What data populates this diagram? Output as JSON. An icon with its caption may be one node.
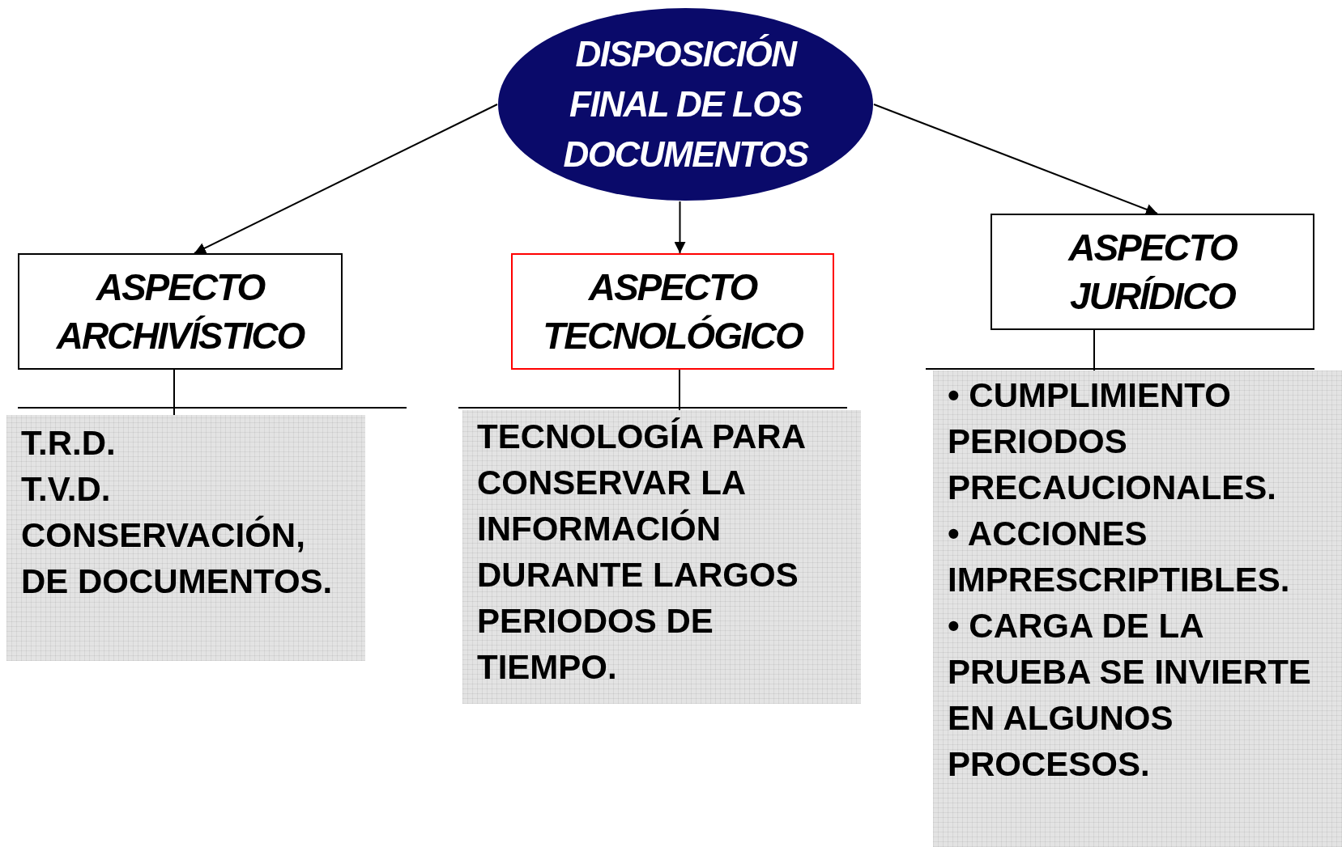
{
  "diagram": {
    "nodes": [
      {
        "text": [
          "DISPOSICIÓN FINAL DE LOS DOCUMENTOS"
        ]
      },
      {
        "text": [
          "ASPECTO ARCHIVÍSTICO"
        ]
      },
      {
        "text": [
          "ASPECTO TECNOLÓGICO"
        ]
      },
      {
        "text": [
          "ASPECTO JURÍDICO"
        ]
      },
      {
        "text": [
          "T.R.D.",
          "T.V.D.",
          "CONSERVACIÓN, DE DOCUMENTOS."
        ]
      },
      {
        "text": [
          "TECNOLOGÍA PARA CONSERVAR LA INFORMACIÓN DURANTE LARGOS PERIODOS DE TIEMPO."
        ]
      },
      {
        "text": [
          "• CUMPLIMIENTO PERIODOS PRECAUCIONALES.",
          "• ACCIONES IMPRESCRIPTIBLES.",
          "• CARGA DE LA PRUEBA SE INVIERTE EN ALGUNOS PROCESOS."
        ]
      }
    ],
    "edges": [
      {
        "from": 0,
        "to": 1,
        "arrow": "to"
      },
      {
        "from": 0,
        "to": 2,
        "arrow": "to"
      },
      {
        "from": 0,
        "to": 3,
        "arrow": "to"
      },
      {
        "from": 1,
        "to": 4,
        "arrow": "none"
      },
      {
        "from": 2,
        "to": 5,
        "arrow": "none"
      },
      {
        "from": 3,
        "to": 6,
        "arrow": "none"
      }
    ]
  }
}
